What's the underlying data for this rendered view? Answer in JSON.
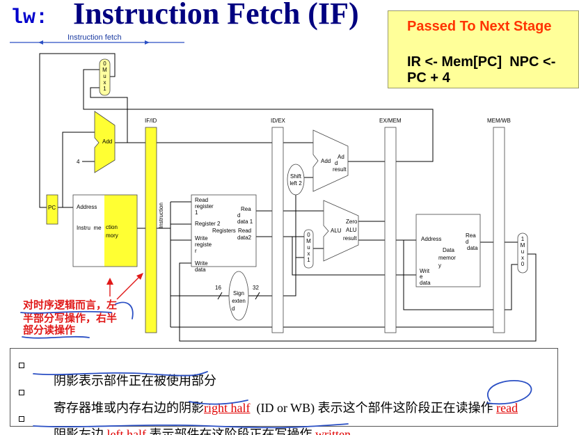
{
  "title": {
    "mnemonic": "lw:",
    "stage": "Instruction Fetch (IF)"
  },
  "next_stage": {
    "heading": "Passed To Next Stage",
    "lines": [
      "IR <- Mem[PC]  NPC <-",
      "PC + 4"
    ]
  },
  "diagram": {
    "stage_span": "Instruction fetch",
    "pipeline_registers": {
      "if_id": "IF/ID",
      "id_ex": "ID/EX",
      "ex_mem": "EX/MEM",
      "mem_wb": "MEM/WB"
    },
    "if_id_field": "Instruction",
    "pc_mux": [
      "0",
      "M",
      "u",
      "x",
      "1"
    ],
    "if_adder": "Add",
    "const_four": "4",
    "pc": "PC",
    "imem": {
      "address": "Address",
      "left": "Instru  me",
      "right_1": "ction",
      "right_2": "mory"
    },
    "regfile": {
      "read_reg1": [
        "Read",
        "register",
        "1"
      ],
      "read_reg2": "Register 2",
      "name": "Registers",
      "write_reg": [
        "Write",
        "registe",
        "r"
      ],
      "write_data": [
        "Write",
        "data"
      ],
      "read_data1": [
        "Rea",
        "d",
        "data 1"
      ],
      "read_data2": [
        "Read",
        "data2"
      ]
    },
    "sign_extend": {
      "in_width": "16",
      "out_width": "32",
      "label": [
        "Sign",
        "exten",
        "d"
      ]
    },
    "shift": [
      "Shift",
      "left 2"
    ],
    "ex_adder": {
      "name": "Add",
      "result": [
        "Ad",
        "d",
        "result"
      ]
    },
    "ex_mux": [
      "0",
      "M",
      "u",
      "x",
      "1"
    ],
    "alu": {
      "name": "ALU",
      "zero": "Zero",
      "result": [
        "ALU",
        "result"
      ]
    },
    "dmem": {
      "address": "Address",
      "read_data": [
        "Rea",
        "d",
        "data"
      ],
      "name": [
        "Data",
        "memor",
        "y"
      ],
      "write_data": [
        "Writ",
        "e",
        "data"
      ]
    },
    "wb_mux": [
      "1",
      "M",
      "u",
      "x",
      "0"
    ]
  },
  "annotation": [
    "对时序逻辑而言，左",
    "半部分写操作，右半",
    "部分读操作"
  ],
  "notes": [
    {
      "text": "阴影表示部件正在被使用部分"
    },
    {
      "pre": "寄存器堆或内存右边的阴影",
      "em1": "right half",
      "mid": "  (ID or WB) 表示这个部件这阶段正在读操作 ",
      "em2": "read"
    },
    {
      "pre": "阴影左边 ",
      "em1": "left half",
      "mid": " 表示部件在这阶段正在写操作 ",
      "em2": "written"
    }
  ],
  "colors": {
    "shade": "#ffff33",
    "mux_fill": "#ffffa0",
    "box_fill": "#ffff99",
    "title": "#000080",
    "mnemonic": "#0000cc",
    "heading": "#ff3300",
    "annotation_red": "#e01818",
    "note_red": "#e00000",
    "pen_blue": "#2a4fc4"
  }
}
